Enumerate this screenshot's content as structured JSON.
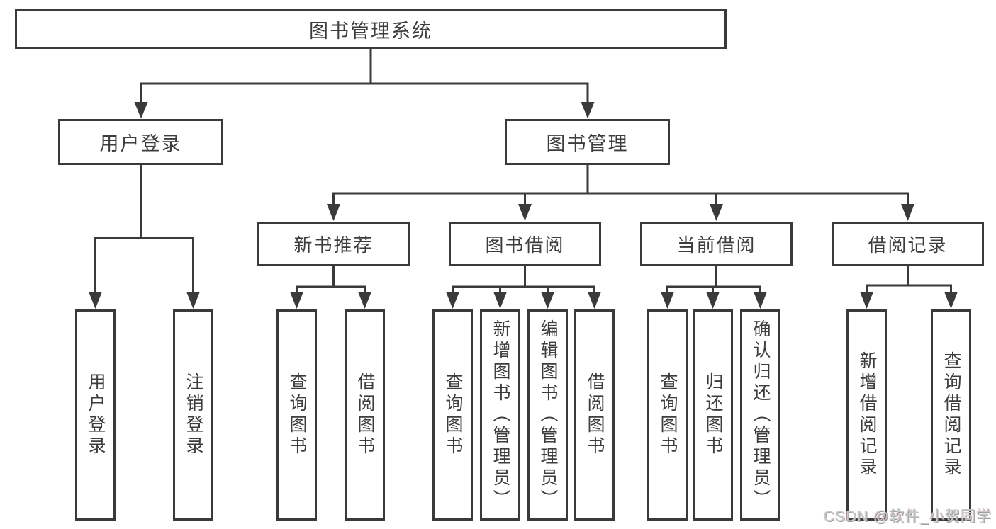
{
  "nodes": {
    "root": {
      "label": "图书管理系统"
    },
    "level2": [
      {
        "label": "用户登录"
      },
      {
        "label": "图书管理"
      }
    ],
    "level3": [
      {
        "label": "新书推荐"
      },
      {
        "label": "图书借阅"
      },
      {
        "label": "当前借阅"
      },
      {
        "label": "借阅记录"
      }
    ],
    "leaves": [
      {
        "label": "用户登录"
      },
      {
        "label": "注销登录"
      },
      {
        "label": "查询图书"
      },
      {
        "label": "借阅图书"
      },
      {
        "label": "查询图书"
      },
      {
        "label": "新增图书（管理员）"
      },
      {
        "label": "编辑图书（管理员）"
      },
      {
        "label": "借阅图书"
      },
      {
        "label": "查询图书"
      },
      {
        "label": "归还图书"
      },
      {
        "label": "确认归还（管理员）"
      },
      {
        "label": "新增借阅记录"
      },
      {
        "label": "查询借阅记录"
      }
    ]
  },
  "watermark": {
    "text": "CSDN @软件_小贺同学"
  },
  "colors": {
    "line": "#3a3a3a",
    "text": "#3d3d3d",
    "background": "#ffffff",
    "watermark": "#c9c9c9"
  }
}
